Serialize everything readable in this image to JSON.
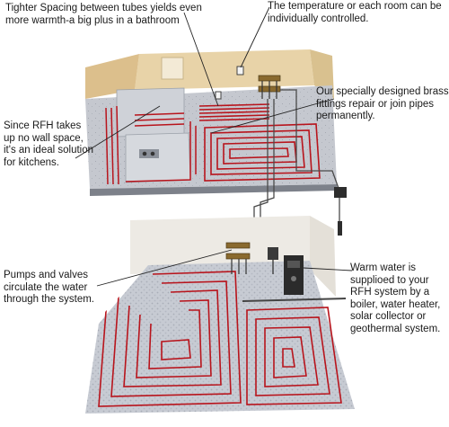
{
  "callouts": {
    "tighter_spacing": "Tighter Spacing between tubes yields even more warmth-a big plus in a bathroom",
    "temperature": "The temperature or each room can be individually controlled.",
    "brass_fittings": "Our specially designed brass fittings repair or join pipes permanently.",
    "kitchen": "Since RFH takes up no wall space, it's an ideal solution for kitchens.",
    "pumps": "Pumps and valves circulate the water through the system.",
    "warm_water": "Warm water is supplioed to your RFH system by a boiler, water heater, solar collector or geothermal system."
  },
  "colors": {
    "tubing": "#b8141c",
    "wall_upper": "#e6cfa0",
    "floor": "#c9cdd4",
    "leader_line": "#222222"
  }
}
